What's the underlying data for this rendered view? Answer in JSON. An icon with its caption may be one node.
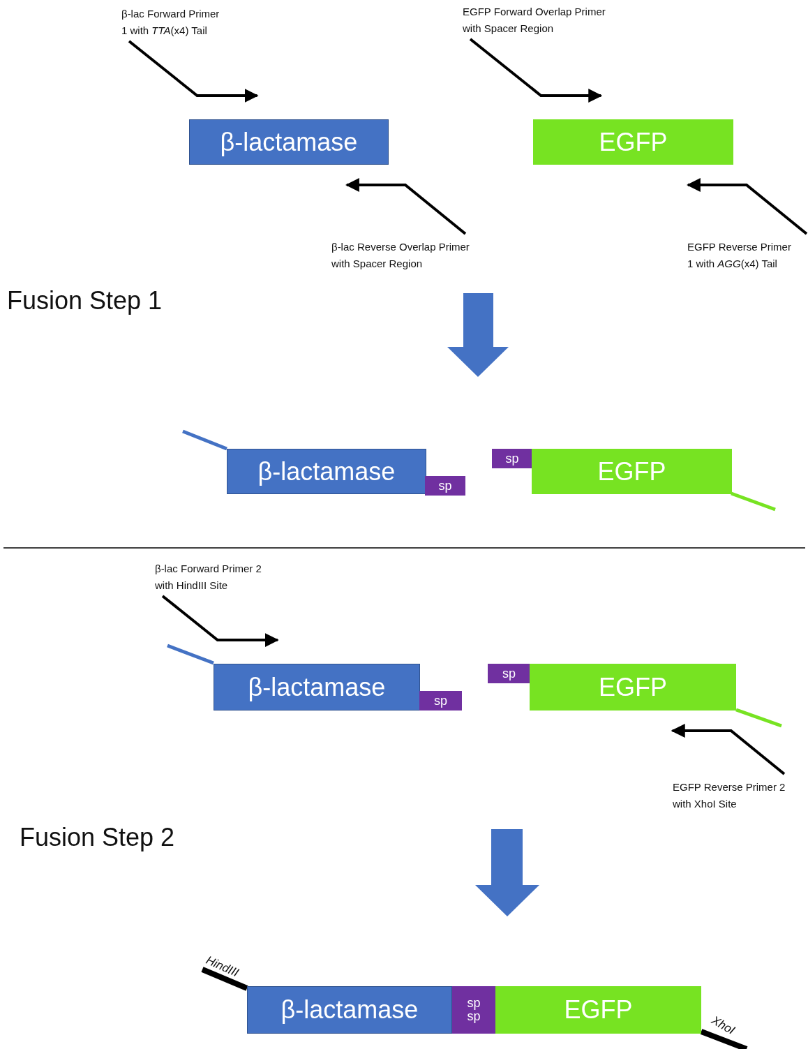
{
  "diagram": {
    "nodes": [
      {
        "text": [
          "β-lac Forward Primer 1 with *TTA*(x4) Tail"
        ]
      },
      {
        "text": [
          "EGFP Forward Overlap Primer with Spacer Region"
        ]
      },
      {
        "text": [
          "β-lactamase"
        ]
      },
      {
        "text": [
          "EGFP"
        ]
      },
      {
        "text": [
          "β-lac Reverse Overlap Primer with Spacer Region"
        ]
      },
      {
        "text": [
          "EGFP Reverse Primer 1 with *AGG*(x4) Tail"
        ]
      },
      {
        "text": [
          "β-lactamase"
        ]
      },
      {
        "text": [
          "sp"
        ]
      },
      {
        "text": [
          "sp"
        ]
      },
      {
        "text": [
          "EGFP"
        ]
      },
      {
        "text": [
          "β-lac Forward Primer 2 with HindIII Site"
        ]
      },
      {
        "text": [
          "β-lactamase"
        ]
      },
      {
        "text": [
          "sp"
        ]
      },
      {
        "text": [
          "sp"
        ]
      },
      {
        "text": [
          "EGFP"
        ]
      },
      {
        "text": [
          "EGFP Reverse Primer 2 with XhoI Site"
        ]
      },
      {
        "text": [
          "β-lactamase"
        ]
      },
      {
        "text": [
          "sp",
          "sp"
        ]
      },
      {
        "text": [
          "EGFP"
        ]
      }
    ],
    "edges": [
      {
        "from": 0,
        "to": 2,
        "arrow": "to"
      },
      {
        "from": 1,
        "to": 3,
        "arrow": "to"
      },
      {
        "from": 4,
        "to": 2,
        "arrow": "to"
      },
      {
        "from": 5,
        "to": 3,
        "arrow": "to"
      },
      {
        "from": 10,
        "to": 11,
        "arrow": "to"
      },
      {
        "from": 15,
        "to": 14,
        "arrow": "to"
      }
    ],
    "labels": [
      "Fusion Step 1",
      "Fusion Step 2",
      "HindIII",
      "XhoI"
    ]
  }
}
